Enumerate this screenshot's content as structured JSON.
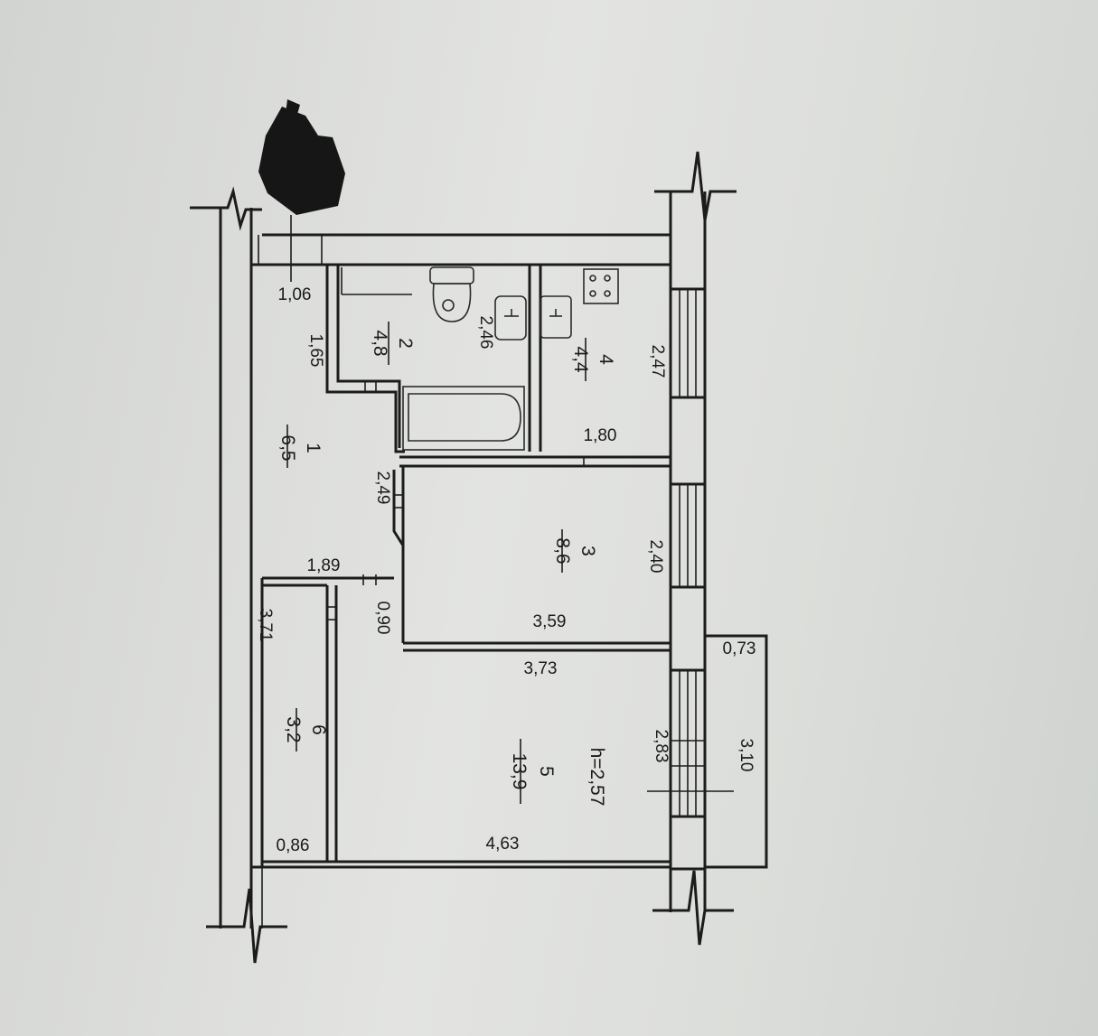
{
  "plan": {
    "ceiling_height": "h=2,57",
    "rooms": [
      {
        "number": "1",
        "area": "6,5"
      },
      {
        "number": "2",
        "area": "4,8"
      },
      {
        "number": "3",
        "area": "8,6"
      },
      {
        "number": "4",
        "area": "4,4"
      },
      {
        "number": "5",
        "area": "13,9"
      },
      {
        "number": "6",
        "area": "3,2"
      }
    ],
    "dimensions": {
      "d106": "1,06",
      "d165": "1,65",
      "d246": "2,46",
      "d247": "2,47",
      "d180": "1,80",
      "d249": "2,49",
      "d189": "1,89",
      "d090": "0,90",
      "d359": "3,59",
      "d240": "2,40",
      "d373": "3,73",
      "d073": "0,73",
      "d371": "3,71",
      "d283": "2,83",
      "d310": "3,10",
      "d086": "0,86",
      "d463": "4,63"
    }
  }
}
